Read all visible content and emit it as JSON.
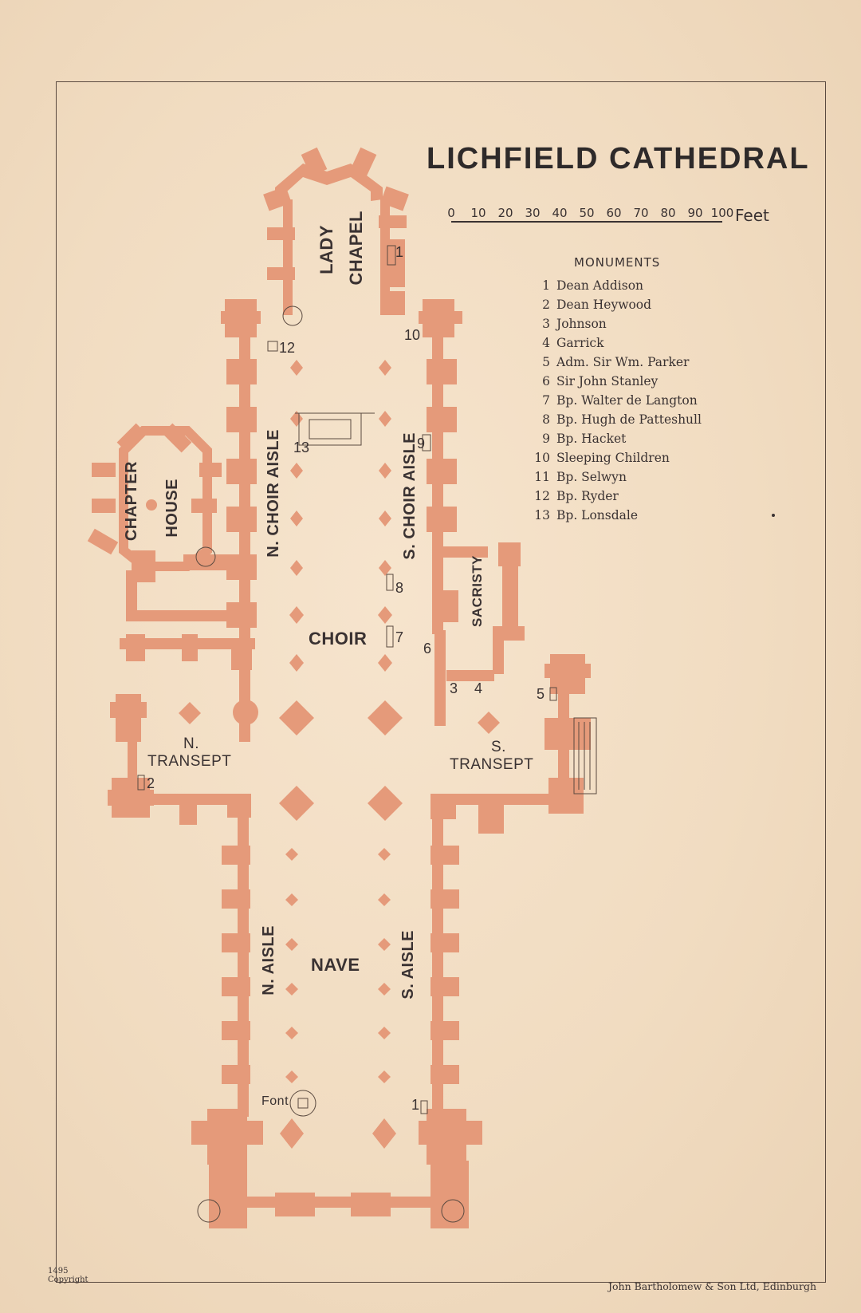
{
  "title": "LICHFIELD CATHEDRAL",
  "scale": {
    "ticks": [
      "0",
      "10",
      "20",
      "30",
      "40",
      "50",
      "60",
      "70",
      "80",
      "90",
      "100"
    ],
    "unit": "Feet"
  },
  "monuments": {
    "heading": "MONUMENTS",
    "items": [
      {
        "n": "1",
        "name": "Dean Addison"
      },
      {
        "n": "2",
        "name": "Dean Heywood"
      },
      {
        "n": "3",
        "name": "Johnson"
      },
      {
        "n": "4",
        "name": "Garrick"
      },
      {
        "n": "5",
        "name": "Adm. Sir Wm. Parker"
      },
      {
        "n": "6",
        "name": "Sir John Stanley"
      },
      {
        "n": "7",
        "name": "Bp. Walter de Langton"
      },
      {
        "n": "8",
        "name": "Bp. Hugh de Patteshull"
      },
      {
        "n": "9",
        "name": "Bp. Hacket"
      },
      {
        "n": "10",
        "name": "Sleeping Children"
      },
      {
        "n": "11",
        "name": "Bp. Selwyn"
      },
      {
        "n": "12",
        "name": "Bp. Ryder"
      },
      {
        "n": "13",
        "name": "Bp. Lonsdale"
      }
    ]
  },
  "labels": {
    "lady_chapel_1": "LADY",
    "lady_chapel_2": "CHAPEL",
    "chapter": "CHAPTER",
    "house": "HOUSE",
    "n_choir_aisle": "N. CHOIR AISLE",
    "s_choir_aisle": "S. CHOIR AISLE",
    "sacristy": "SACRISTY",
    "choir": "CHOIR",
    "n_transept_1": "N.",
    "n_transept_2": "TRANSEPT",
    "s_transept_1": "S.",
    "s_transept_2": "TRANSEPT",
    "n_aisle": "N. AISLE",
    "s_aisle": "S. AISLE",
    "nave": "NAVE",
    "font": "Font"
  },
  "markers": {
    "m1_lady": "1",
    "m1_nave": "1",
    "m2": "2",
    "m3": "3",
    "m4": "4",
    "m5": "5",
    "m6": "6",
    "m7": "7",
    "m8": "8",
    "m9": "9",
    "m10": "10",
    "m12": "12",
    "m13": "13"
  },
  "footer": {
    "left_1": "1495",
    "left_2": "Copyright",
    "right": "John Bartholomew & Son Ltd, Edinburgh"
  },
  "colors": {
    "masonry": "#e59a7a",
    "ink": "#3a3232",
    "paper": "#f3dfc6"
  }
}
